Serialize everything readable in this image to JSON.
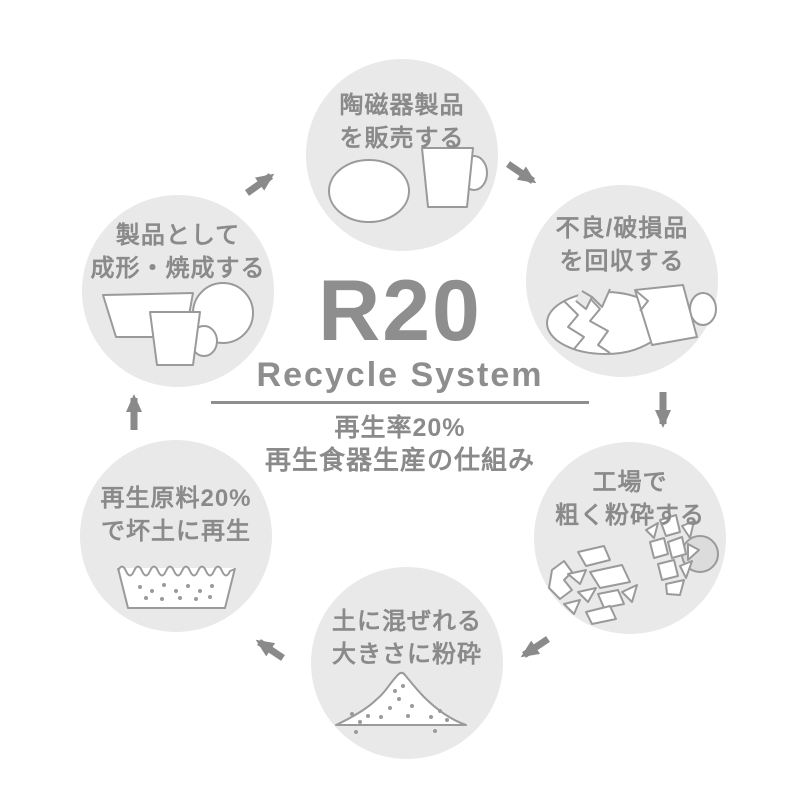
{
  "center": {
    "title": "R20",
    "subtitle": "Recycle System",
    "tagline_line1": "再生率20%",
    "tagline_line2": "再生食器生産の仕組み"
  },
  "nodes": [
    {
      "id": "sell",
      "line1": "陶磁器製品",
      "line2": "を販売する",
      "icon": "plate-and-cup-icon"
    },
    {
      "id": "collect",
      "line1": "不良/破損品",
      "line2": "を回収する",
      "icon": "broken-plate-and-cup-icon"
    },
    {
      "id": "coarse-crush",
      "line1": "工場で",
      "line2": "粗く粉砕する",
      "icon": "ceramic-shards-icon"
    },
    {
      "id": "fine-crush",
      "line1": "土に混ぜれる",
      "line2": "大きさに粉砕",
      "icon": "powder-pile-icon"
    },
    {
      "id": "recycle-clay",
      "line1": "再生原料20%",
      "line2": "で坏土に再生",
      "icon": "clay-basin-icon"
    },
    {
      "id": "form-fire",
      "line1": "製品として",
      "line2": "成形・焼成する",
      "icon": "formed-products-icon"
    }
  ],
  "colors": {
    "background": "#ffffff",
    "circle_fill": "#e9e9e9",
    "text_gray": "#8a8a8a",
    "title_gray": "#8e8e8e",
    "illustration_stroke": "#9a9a9a",
    "arrow_gray": "#8a8a8a"
  }
}
